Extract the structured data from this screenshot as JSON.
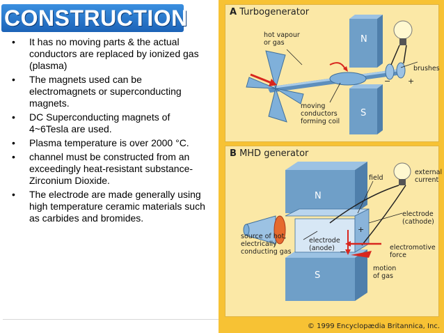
{
  "slide": {
    "title": "CONSTRUCTION",
    "bullets": [
      "It has no moving parts & the actual conductors are replaced by ionized gas (plasma)",
      "The magnets used can be electromagnets or superconducting magnets.",
      "DC Superconducting magnets of 4~6Tesla are used.",
      "Plasma temperature is over 2000 °C.",
      "channel must be constructed from an exceedingly heat-resistant substance- Zirconium Dioxide.",
      "The electrode are made generally using high temperature ceramic materials such as carbides and bromides."
    ],
    "bullet_glyph": "•"
  },
  "figure": {
    "panel_a": {
      "letter": "A",
      "title": "Turbogenerator",
      "labels": {
        "hot_vapour": "hot vapour\nor gas",
        "brushes": "brushes",
        "moving": "moving\nconductors\nforming coil",
        "n": "N",
        "s": "S",
        "minus": "−",
        "plus": "+"
      }
    },
    "panel_b": {
      "letter": "B",
      "title": "MHD generator",
      "labels": {
        "field": "field",
        "external": "external\ncurrent",
        "n": "N",
        "s": "S",
        "electrode_cathode": "electrode\n(cathode)",
        "source": "source of hot,\nelectrically\nconducting gas",
        "electrode_anode": "electrode\n(anode)",
        "emf": "electromotive\nforce",
        "motion": "motion\nof gas",
        "plus": "+",
        "minus": "−"
      }
    },
    "copyright": "© 1999 Encyclopædia Britannica, Inc."
  },
  "colors": {
    "title_bg": "#2a7ad0",
    "figure_bg": "#f7c234",
    "panel_bg": "#fbe8a6",
    "magnet": "#6f9fc8",
    "arrow_red": "#d8261e"
  }
}
